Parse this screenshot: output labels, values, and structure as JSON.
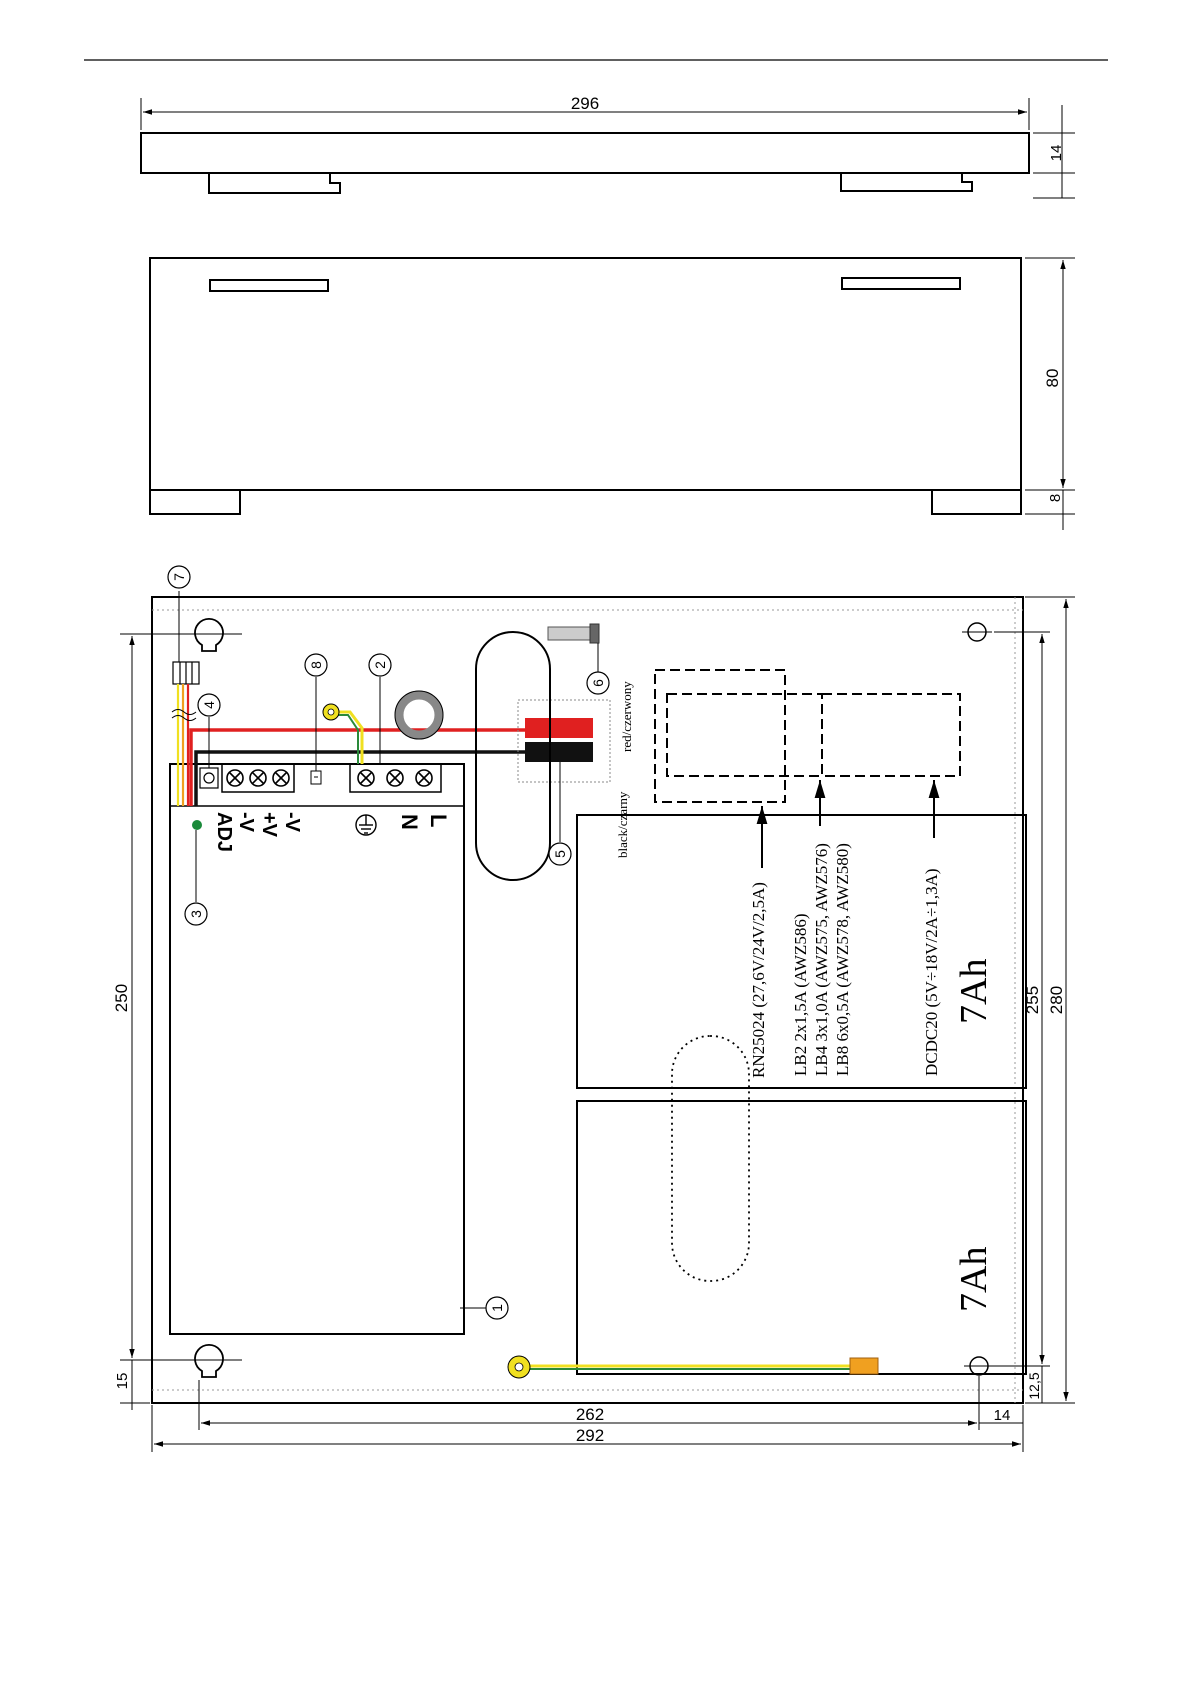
{
  "dimensions": {
    "top_width": "296",
    "top_height": "14",
    "side_height": "80",
    "foot_height": "8",
    "left_height": "250",
    "left_offset": "15",
    "bottom_inner": "262",
    "bottom_outer": "292",
    "bottom_right": "14",
    "right_inner": "255",
    "right_outer": "280",
    "right_small": "12,5"
  },
  "callouts": [
    "1",
    "2",
    "3",
    "4",
    "5",
    "6",
    "7",
    "8"
  ],
  "terminal_labels": {
    "adj": "ADJ",
    "minus_v_1": "-V",
    "plus_v": "+V",
    "minus_v_2": "-V",
    "n": "N",
    "l": "L"
  },
  "wire_labels": {
    "red": "red/czerwony",
    "black": "black/czarny"
  },
  "modules": {
    "rn": "RN25024 (27,6V/24V/2,5A)",
    "lb2": "LB2 2x1,5A (AWZ586)",
    "lb4": "LB4 3x1,0A (AWZ575, AWZ576)",
    "lb8": "LB8 6x0,5A (AWZ578, AWZ580)",
    "dcdc": "DCDC20 (5V÷18V/2A÷1,3A)"
  },
  "batteries": {
    "battery_1": "7Ah",
    "battery_2": "7Ah"
  },
  "colors": {
    "red_wire": "#e02020",
    "black_wire": "#111111",
    "ground_yellow": "#f0e020",
    "ground_green": "#2a8a3a",
    "led_green": "#1a8a3a",
    "orange": "#f0a020"
  }
}
